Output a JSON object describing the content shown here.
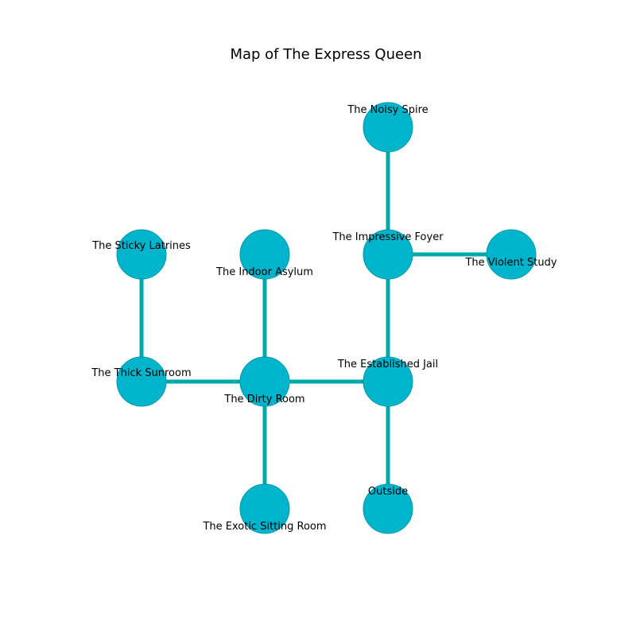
{
  "title": "Map of The Express Queen",
  "colors": {
    "node_fill": "#00b4cc",
    "node_stroke": "#0099aa",
    "edge": "#00a8a8",
    "text": "#000000",
    "background": "#ffffff"
  },
  "rooms": [
    {
      "id": "noisy_spire",
      "name": "The Noisy Spire"
    },
    {
      "id": "impressive_foyer",
      "name": "The Impressive Foyer"
    },
    {
      "id": "violent_study",
      "name": "The Violent Study"
    },
    {
      "id": "sticky_latrines",
      "name": "The Sticky Latrines"
    },
    {
      "id": "indoor_asylum",
      "name": "The Indoor Asylum"
    },
    {
      "id": "thick_sunroom",
      "name": "The Thick Sunroom"
    },
    {
      "id": "dirty_room",
      "name": "The Dirty Room"
    },
    {
      "id": "established_jail",
      "name": "The Established Jail"
    },
    {
      "id": "exotic_sitting_room",
      "name": "The Exotic Sitting Room"
    },
    {
      "id": "outside",
      "name": "Outside"
    }
  ],
  "connections": [
    [
      "noisy_spire",
      "impressive_foyer"
    ],
    [
      "impressive_foyer",
      "violent_study"
    ],
    [
      "impressive_foyer",
      "established_jail"
    ],
    [
      "sticky_latrines",
      "thick_sunroom"
    ],
    [
      "indoor_asylum",
      "dirty_room"
    ],
    [
      "thick_sunroom",
      "dirty_room"
    ],
    [
      "dirty_room",
      "established_jail"
    ],
    [
      "dirty_room",
      "exotic_sitting_room"
    ],
    [
      "established_jail",
      "outside"
    ]
  ]
}
